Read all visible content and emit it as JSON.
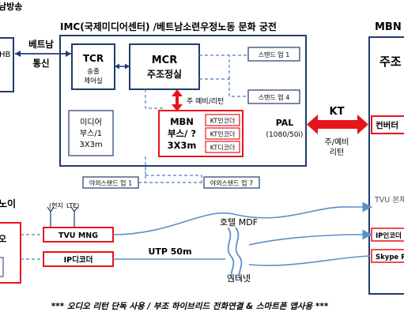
{
  "left_top": {
    "broadcast_fragment": "남방송",
    "hb_fragment": "HB",
    "vietnam_line1": "베트남",
    "vietnam_line2": "통신"
  },
  "imc": {
    "title": "IMC(국제미디어센터) /베트남소련우정노동 문화 궁전",
    "tcr": {
      "label": "TCR",
      "sub1": "송출",
      "sub2": "제어실"
    },
    "mcr": {
      "label": "MCR",
      "sub": "주조정실"
    },
    "stands": [
      "스탠드 업 1",
      "스탠드 업 4"
    ],
    "reserve_return": "주 예비/리턴",
    "media_booth": {
      "line1": "미디어",
      "line2": "부스/1",
      "line3": "3X3m"
    },
    "mbn_booth": {
      "line1": "MBN",
      "line2": "부스/ ?",
      "line3": "3X3m"
    },
    "encoders": [
      "KT인코더",
      "KT인코더",
      "KT디코더"
    ],
    "pal": {
      "line1": "PAL",
      "line2": "(1080/50i)"
    },
    "outdoor_stands": [
      "야외스탠드 업 1",
      "야외스탠드 업 7"
    ]
  },
  "kt": {
    "label": "KT",
    "sub1": "주/예비",
    "sub2": "리턴"
  },
  "mbn_right": {
    "title": "MBN",
    "main": "주조",
    "converter": "컨버터",
    "tvu": "TVU 본체",
    "ip_encoder": "IP인코더",
    "skype": "Skype PC"
  },
  "hanoi": {
    "fragment": "노이",
    "left_box": "오"
  },
  "lte": {
    "label1": "(현지",
    "label2": "LTE)"
  },
  "tvu_mng": "TVU MNG",
  "ip_decoder": "IP디코더",
  "utp": "UTP 50m",
  "hotel_mdf": "호텔 MDF",
  "internet": "인터넷",
  "footer": "*** 오디오 리턴 단독 사용 / 부조 하이브리드 전화연결 & 스마트폰 앱사용 ***"
}
